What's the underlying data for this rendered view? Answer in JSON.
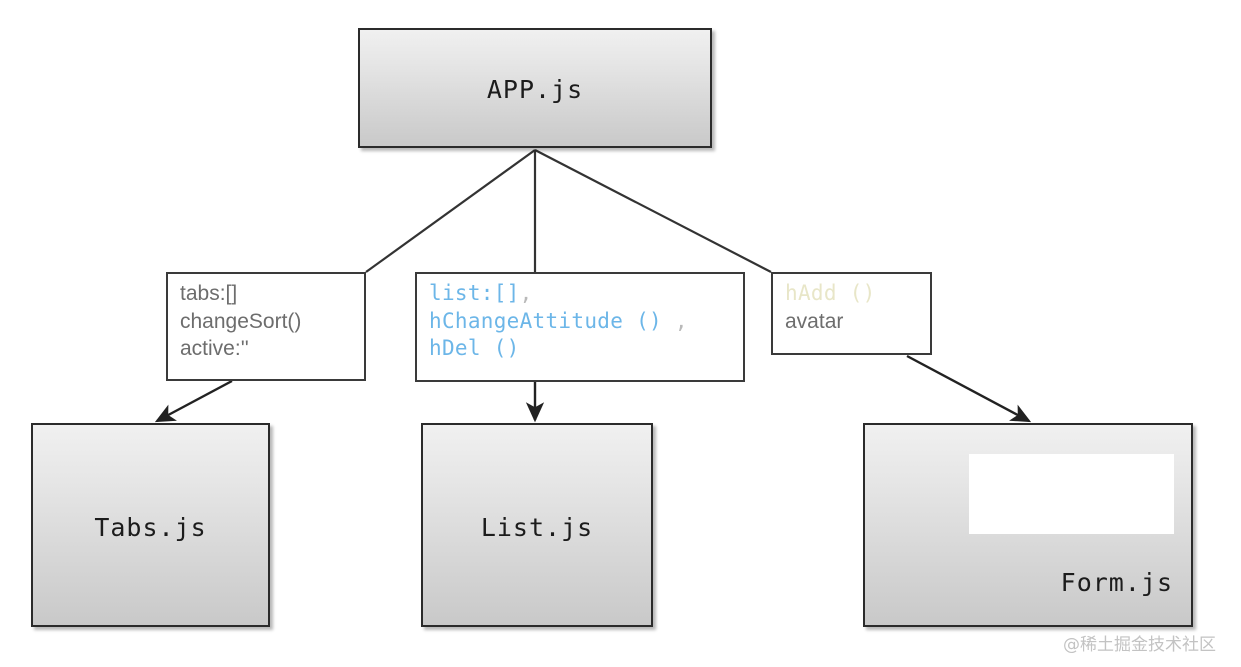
{
  "diagram": {
    "title": "React component data-flow diagram",
    "type": "tree",
    "colors": {
      "box_border": "#2b2b2b",
      "note_border": "#3a3a3a",
      "code_text": "#6cb6e8",
      "plain_text": "#6d6d6d",
      "faint_text": "#e8e6c8",
      "connector": "#333333"
    }
  },
  "components": {
    "root": {
      "label": "APP.js"
    },
    "tabs": {
      "label": "Tabs.js"
    },
    "list": {
      "label": "List.js"
    },
    "form": {
      "label": "Form.js"
    }
  },
  "notes": {
    "tabs_note": {
      "lines": [
        {
          "text": "tabs:[]",
          "style": "plain"
        },
        {
          "text": "changeSort()",
          "style": "plain"
        },
        {
          "text": "active:''",
          "style": "plain"
        }
      ]
    },
    "list_note": {
      "lines": [
        {
          "text": "list:[]",
          "punct": ",",
          "style": "code"
        },
        {
          "text": "hChangeAttitude ()",
          "punct": " ,",
          "style": "code"
        },
        {
          "text": "hDel ()",
          "punct": "",
          "style": "code"
        }
      ]
    },
    "form_note": {
      "lines": [
        {
          "text": "hAdd ()",
          "style": "faint"
        },
        {
          "text": "avatar",
          "style": "plain"
        }
      ]
    }
  },
  "watermark": {
    "text": "@稀土掘金技术社区"
  }
}
